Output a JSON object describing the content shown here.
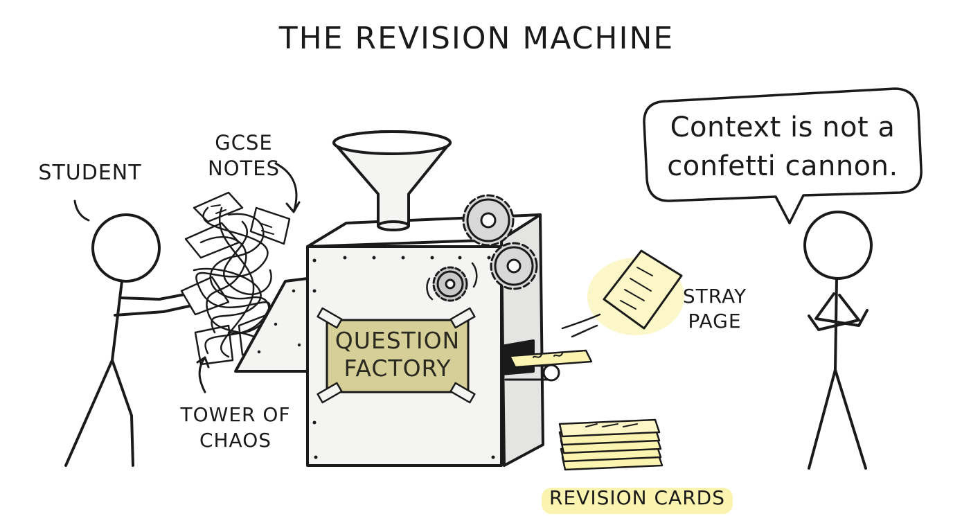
{
  "title": "THE REVISION MACHINE",
  "labels": {
    "student": "STUDENT",
    "gcse_notes_line1": "GCSE",
    "gcse_notes_line2": "NOTES",
    "tower_line1": "TOWER OF",
    "tower_line2": "CHAOS",
    "machine_line1": "QUESTION",
    "machine_line2": "FACTORY",
    "stray_line1": "STRAY",
    "stray_line2": "PAGE",
    "cards": "REVISION CARDS"
  },
  "speech_bubble": {
    "line1": "Context is not a",
    "line2": "confetti cannon."
  },
  "colors": {
    "ink": "#1a1a1a",
    "plaque": "#d6cf98",
    "highlight": "#fbf3b0",
    "metal": "#f4f4f2",
    "gear": "#c9c9c9"
  }
}
